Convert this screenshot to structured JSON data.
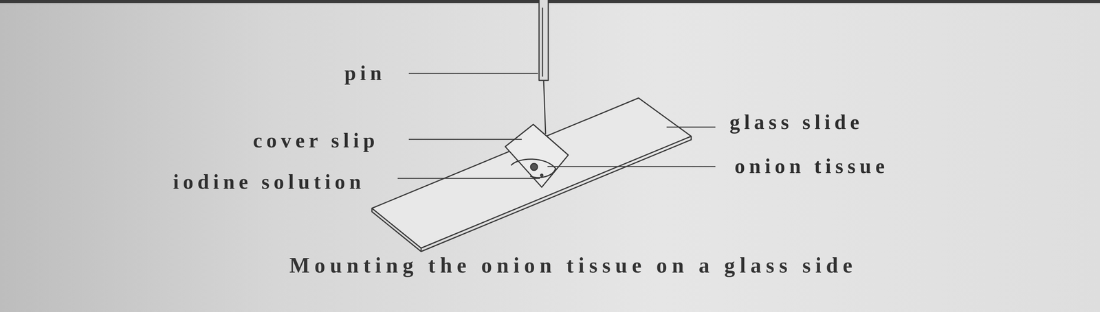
{
  "diagram": {
    "caption": "Mounting the onion tissue on a glass side",
    "labels": [
      "pin",
      "glass slide",
      "cover slip",
      "onion tissue",
      "iodine solution"
    ]
  }
}
